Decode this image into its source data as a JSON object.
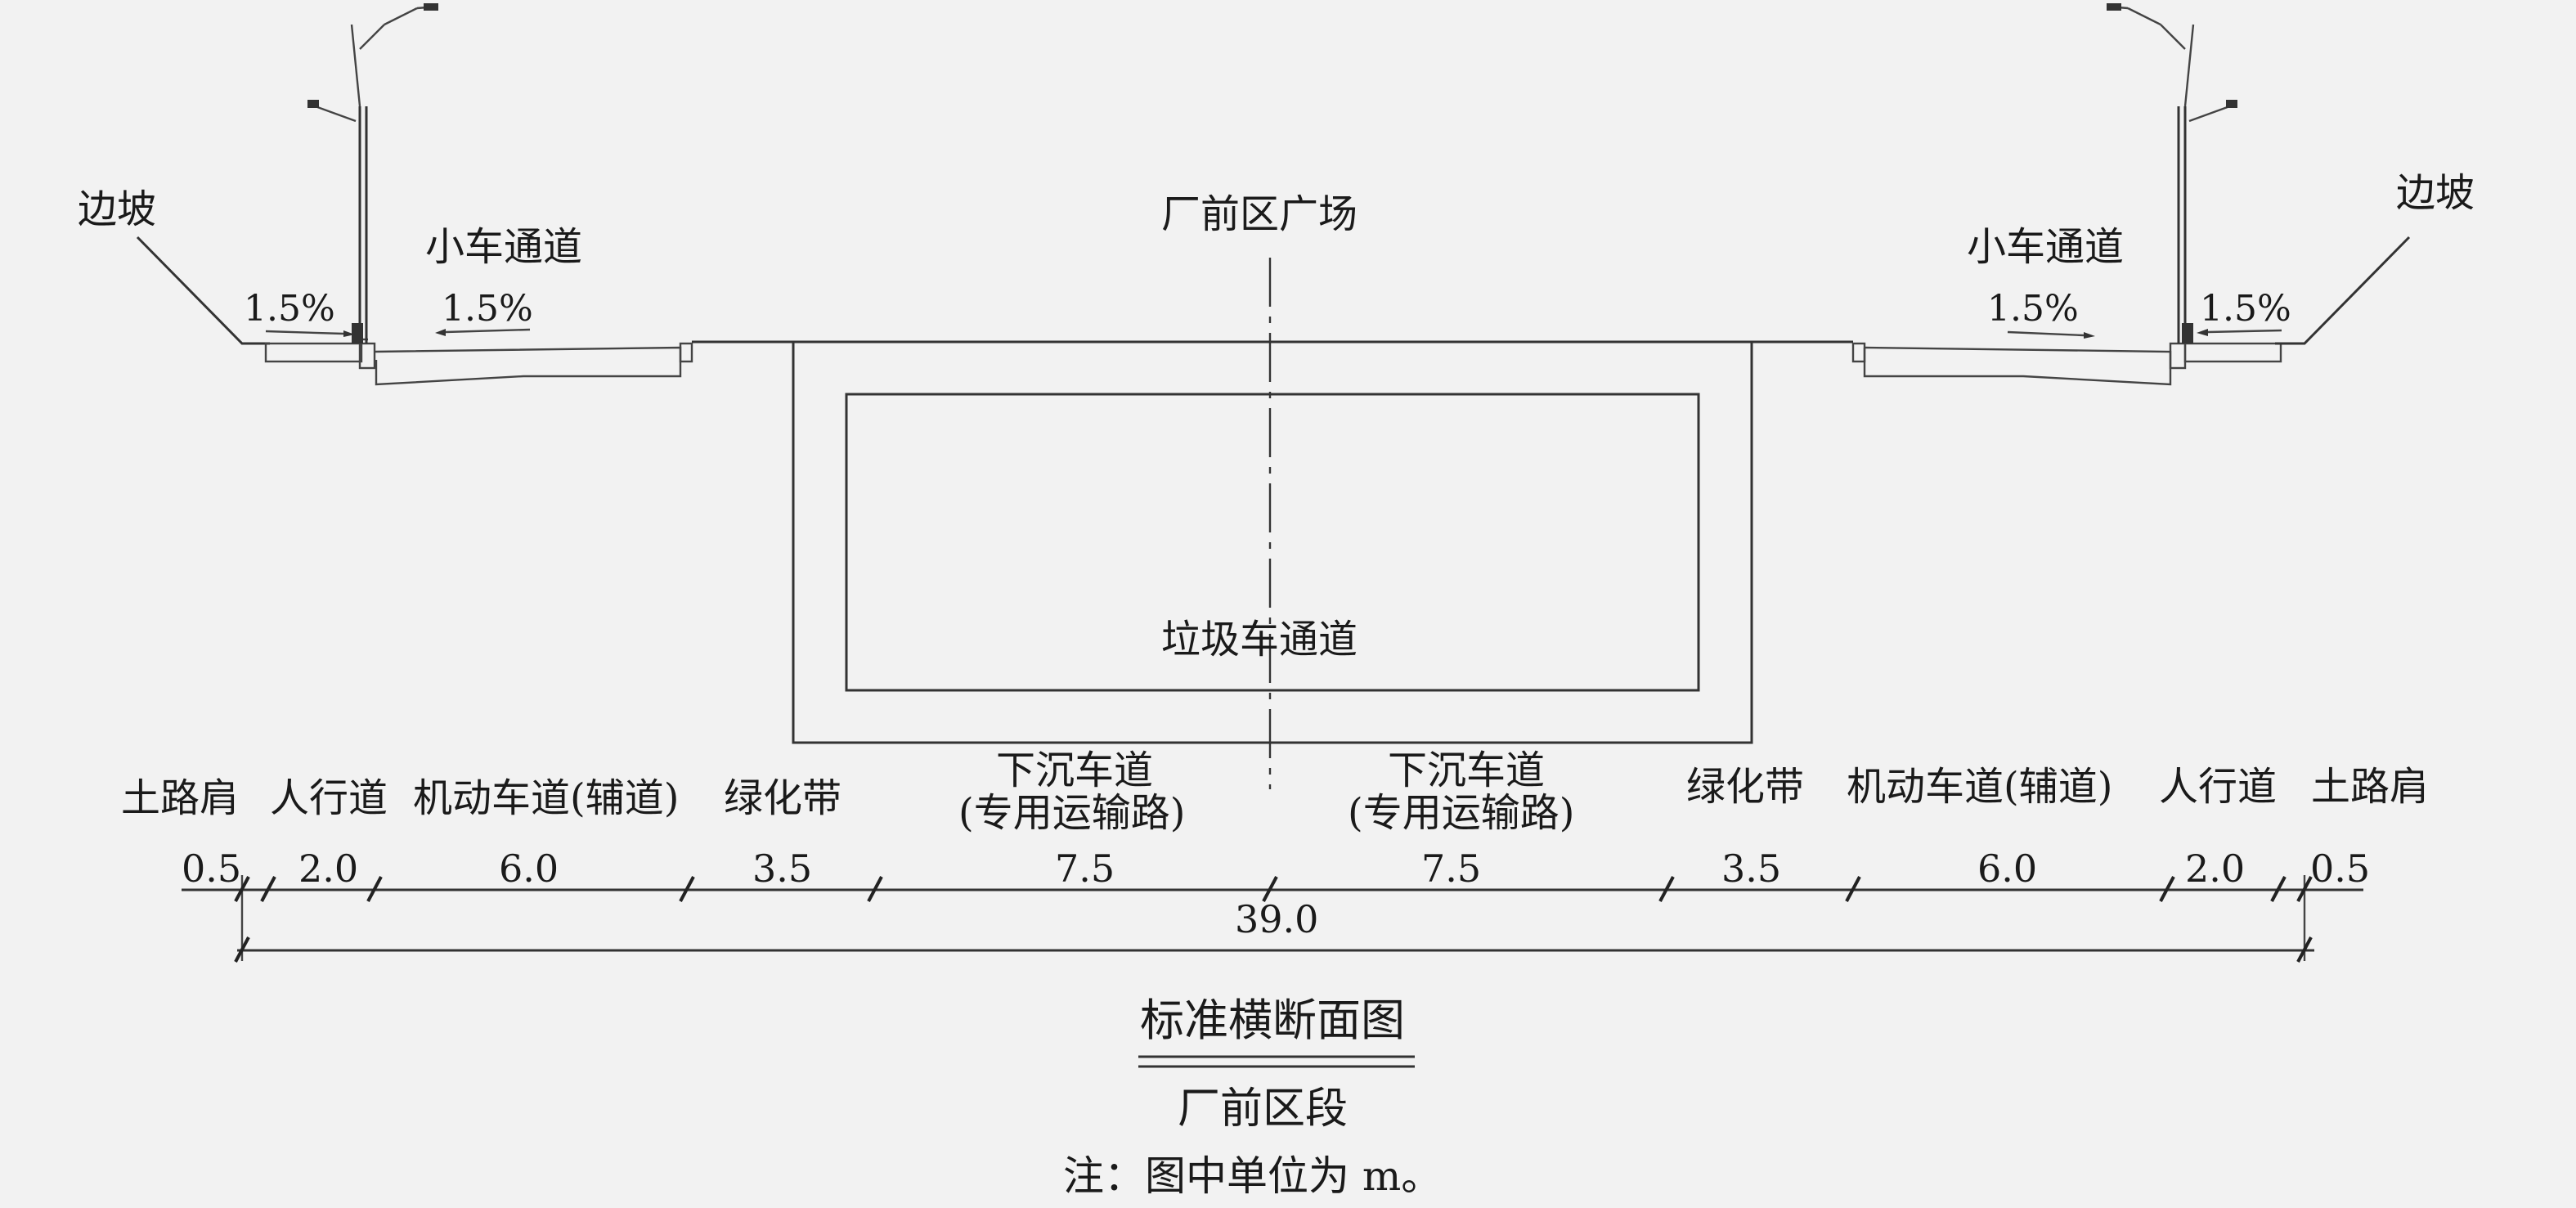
{
  "labels": {
    "slope": "边坡",
    "small_car_lane": "小车通道",
    "plaza": "厂前区广场",
    "garbage_lane": "垃圾车通道",
    "slope_pct": "1.5%"
  },
  "zones": {
    "soil_shoulder": "土路肩",
    "sidewalk": "人行道",
    "aux_lane": "机动车道(辅道)",
    "green_belt": "绿化带",
    "sunken_lane_1": "下沉车道",
    "sunken_lane_2": "(专用运输路)"
  },
  "dims": {
    "values": [
      "0.5",
      "2.0",
      "6.0",
      "3.5",
      "7.5",
      "7.5",
      "3.5",
      "6.0",
      "2.0",
      "0.5"
    ],
    "total": "39.0"
  },
  "title": {
    "main": "标准横断面图",
    "sub": "厂前区段",
    "note": "注：图中单位为 m。"
  }
}
